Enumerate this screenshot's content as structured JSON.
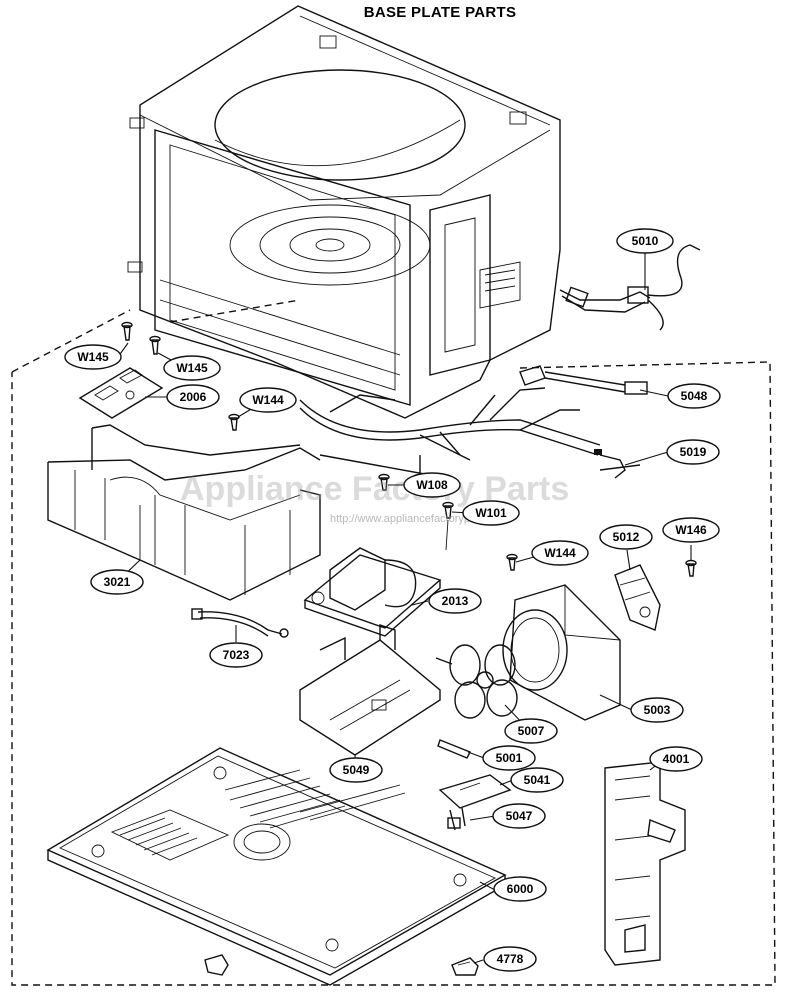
{
  "title": "BASE PLATE PARTS",
  "watermark": {
    "text": "Appliance Factory Parts",
    "url": "http://www.appliancefactoryparts.com"
  },
  "callouts": [
    {
      "id": "c-5010",
      "label": "5010"
    },
    {
      "id": "c-w145a",
      "label": "W145"
    },
    {
      "id": "c-w145b",
      "label": "W145"
    },
    {
      "id": "c-2006",
      "label": "2006"
    },
    {
      "id": "c-w144a",
      "label": "W144"
    },
    {
      "id": "c-5048",
      "label": "5048"
    },
    {
      "id": "c-5019",
      "label": "5019"
    },
    {
      "id": "c-w108",
      "label": "W108"
    },
    {
      "id": "c-w101",
      "label": "W101"
    },
    {
      "id": "c-5012",
      "label": "5012"
    },
    {
      "id": "c-w146",
      "label": "W146"
    },
    {
      "id": "c-w144b",
      "label": "W144"
    },
    {
      "id": "c-3021",
      "label": "3021"
    },
    {
      "id": "c-2013",
      "label": "2013"
    },
    {
      "id": "c-7023",
      "label": "7023"
    },
    {
      "id": "c-5003",
      "label": "5003"
    },
    {
      "id": "c-5007",
      "label": "5007"
    },
    {
      "id": "c-5001",
      "label": "5001"
    },
    {
      "id": "c-5049",
      "label": "5049"
    },
    {
      "id": "c-5041",
      "label": "5041"
    },
    {
      "id": "c-4001",
      "label": "4001"
    },
    {
      "id": "c-5047",
      "label": "5047"
    },
    {
      "id": "c-6000",
      "label": "6000"
    },
    {
      "id": "c-4778",
      "label": "4778"
    }
  ]
}
